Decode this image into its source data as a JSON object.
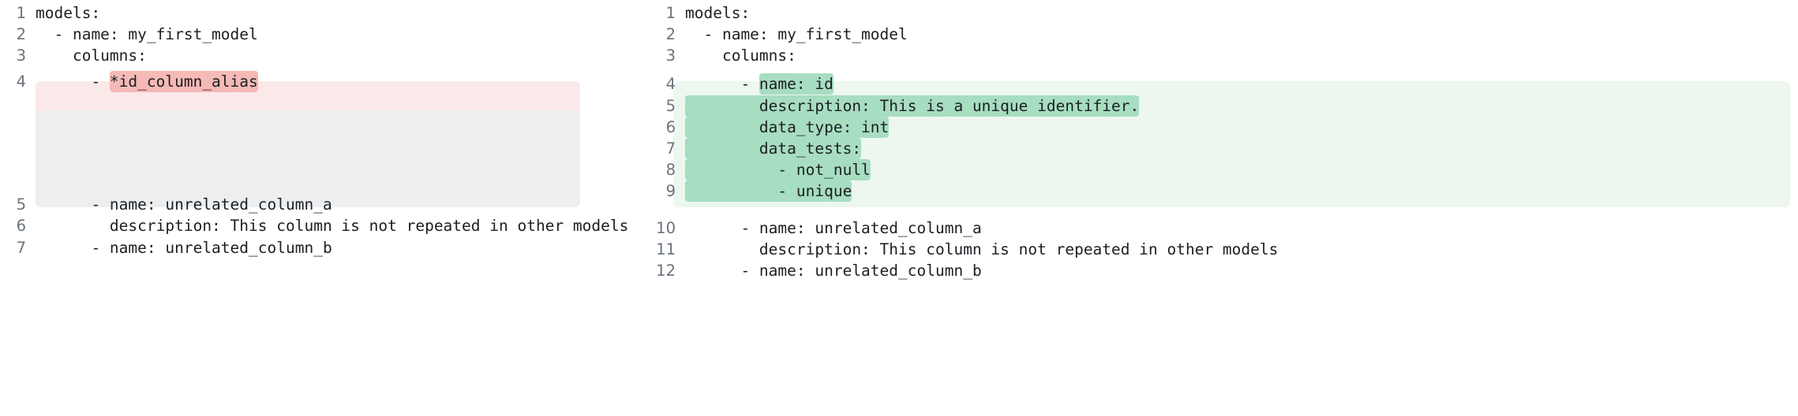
{
  "title": "YAML model configuration side-by-side comparison",
  "colors": {
    "removed_block_bg": "#eceef0",
    "removed_line_bg": "#fbe9e9",
    "removed_word_bg": "#f5b9b6",
    "added_block_bg": "#edf7f0",
    "added_word_bg": "#a7ddc0",
    "text": "#1b1f23",
    "line_number": "#6a737d",
    "page_bg": "#ffffff"
  },
  "panels": [
    {
      "id": "left-panel",
      "side": "before",
      "lines": [
        {
          "number": "1",
          "state": "context",
          "segments": [
            {
              "text": "models:",
              "mark": "plain"
            }
          ]
        },
        {
          "number": "2",
          "state": "context",
          "segments": [
            {
              "text": "  - name: my_first_model",
              "mark": "plain"
            }
          ]
        },
        {
          "number": "3",
          "state": "context",
          "segments": [
            {
              "text": "    columns:",
              "mark": "plain"
            }
          ]
        },
        {
          "number": "4",
          "state": "removed",
          "segments": [
            {
              "text": "      - ",
              "mark": "plain"
            },
            {
              "text": "*id_column_alias",
              "mark": "removed"
            }
          ]
        },
        {
          "number": "5",
          "state": "context",
          "segments": [
            {
              "text": "      - name: unrelated_column_a",
              "mark": "plain"
            }
          ]
        },
        {
          "number": "6",
          "state": "context",
          "segments": [
            {
              "text": "        description: This column is not repeated in other models",
              "mark": "plain"
            }
          ]
        },
        {
          "number": "7",
          "state": "context",
          "segments": [
            {
              "text": "      - name: unrelated_column_b",
              "mark": "plain"
            }
          ]
        }
      ]
    },
    {
      "id": "right-panel",
      "side": "after",
      "lines": [
        {
          "number": "1",
          "state": "context",
          "segments": [
            {
              "text": "models:",
              "mark": "plain"
            }
          ]
        },
        {
          "number": "2",
          "state": "context",
          "segments": [
            {
              "text": "  - name: my_first_model",
              "mark": "plain"
            }
          ]
        },
        {
          "number": "3",
          "state": "context",
          "segments": [
            {
              "text": "    columns:",
              "mark": "plain"
            }
          ]
        },
        {
          "number": "4",
          "state": "added",
          "segments": [
            {
              "text": "      - ",
              "mark": "plain"
            },
            {
              "text": "name: id",
              "mark": "added"
            }
          ]
        },
        {
          "number": "5",
          "state": "added",
          "segments": [
            {
              "text": "        description: This is a unique identifier.",
              "mark": "added"
            }
          ]
        },
        {
          "number": "6",
          "state": "added",
          "segments": [
            {
              "text": "        data_type: int",
              "mark": "added"
            }
          ]
        },
        {
          "number": "7",
          "state": "added",
          "segments": [
            {
              "text": "        data_tests:",
              "mark": "added"
            }
          ]
        },
        {
          "number": "8",
          "state": "added",
          "segments": [
            {
              "text": "          - not_null",
              "mark": "added"
            }
          ]
        },
        {
          "number": "9",
          "state": "added",
          "segments": [
            {
              "text": "          - unique",
              "mark": "added"
            }
          ]
        },
        {
          "number": "10",
          "state": "context",
          "segments": [
            {
              "text": "      - name: unrelated_column_a",
              "mark": "plain"
            }
          ]
        },
        {
          "number": "11",
          "state": "context",
          "segments": [
            {
              "text": "        description: This column is not repeated in other models",
              "mark": "plain"
            }
          ]
        },
        {
          "number": "12",
          "state": "context",
          "segments": [
            {
              "text": "      - name: unrelated_column_b",
              "mark": "plain"
            }
          ]
        }
      ]
    }
  ]
}
